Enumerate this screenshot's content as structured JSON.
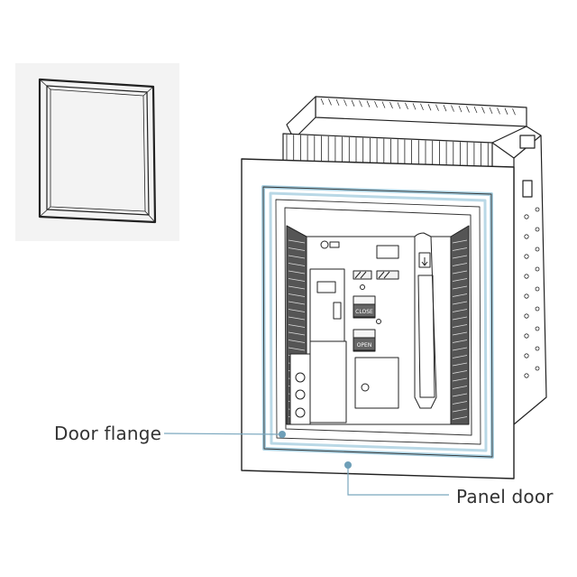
{
  "callouts": {
    "door_flange": "Door flange",
    "panel_door": "Panel door"
  },
  "breaker_buttons": {
    "close": "CLOSE",
    "open": "OPEN"
  },
  "colors": {
    "background": "#ffffff",
    "inset_background": "#f3f3f3",
    "line": "#222222",
    "flange_highlight": "#9fc9dc",
    "leader_line": "#7aa7be",
    "leader_dot": "#6e9fb8",
    "label_text": "#333333"
  },
  "icons": [
    "door-flange-gasket-icon",
    "circuit-breaker-drawing"
  ]
}
